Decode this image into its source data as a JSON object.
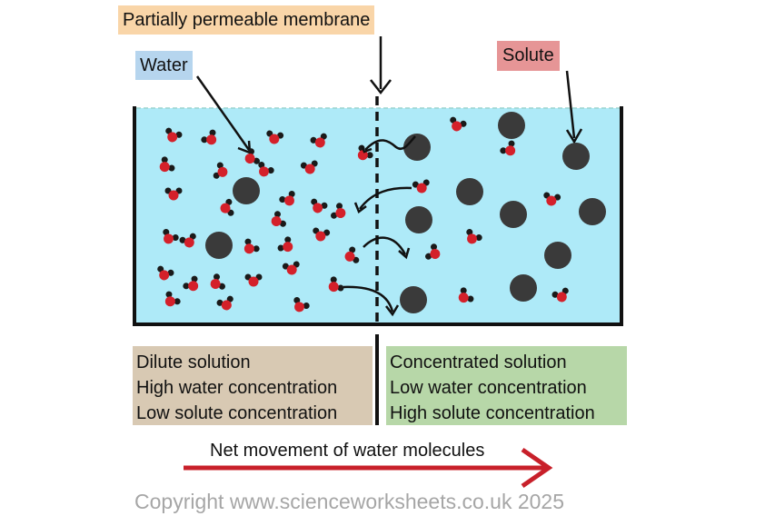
{
  "labels": {
    "membrane": "Partially permeable membrane",
    "water": "Water",
    "solute": "Solute"
  },
  "dilute": {
    "line1": "Dilute solution",
    "line2": "High water concentration",
    "line3": "Low solute concentration"
  },
  "concentrated": {
    "line1": "Concentrated solution",
    "line2": "Low water concentration",
    "line3": "High solute concentration"
  },
  "net_movement": "Net movement of water molecules",
  "copyright": "Copyright www.scienceworksheets.co.uk 2025",
  "colors": {
    "solution": "#aeeaf8",
    "oxygen": "#d4202a",
    "hydrogen": "#1a1a1a",
    "solute": "#3a3a3a",
    "net_arrow": "#c8202a"
  }
}
